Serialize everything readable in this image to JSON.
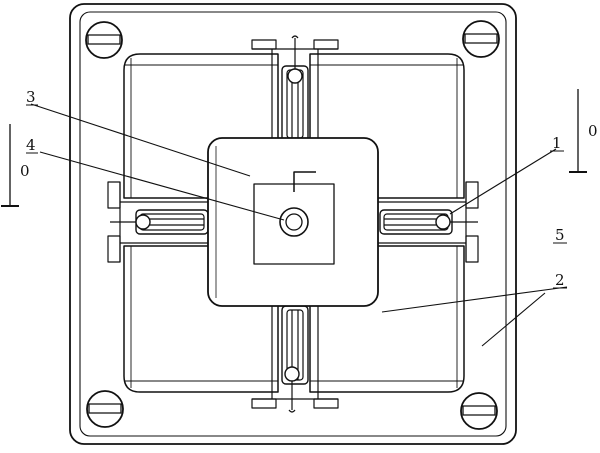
{
  "labels": {
    "part_1": "1",
    "part_2": "2",
    "part_3": "3",
    "part_4": "4",
    "part_5": "5",
    "section_left": "0",
    "section_right": "0"
  },
  "colors": {
    "stroke": "#111111",
    "background": "#ffffff"
  }
}
